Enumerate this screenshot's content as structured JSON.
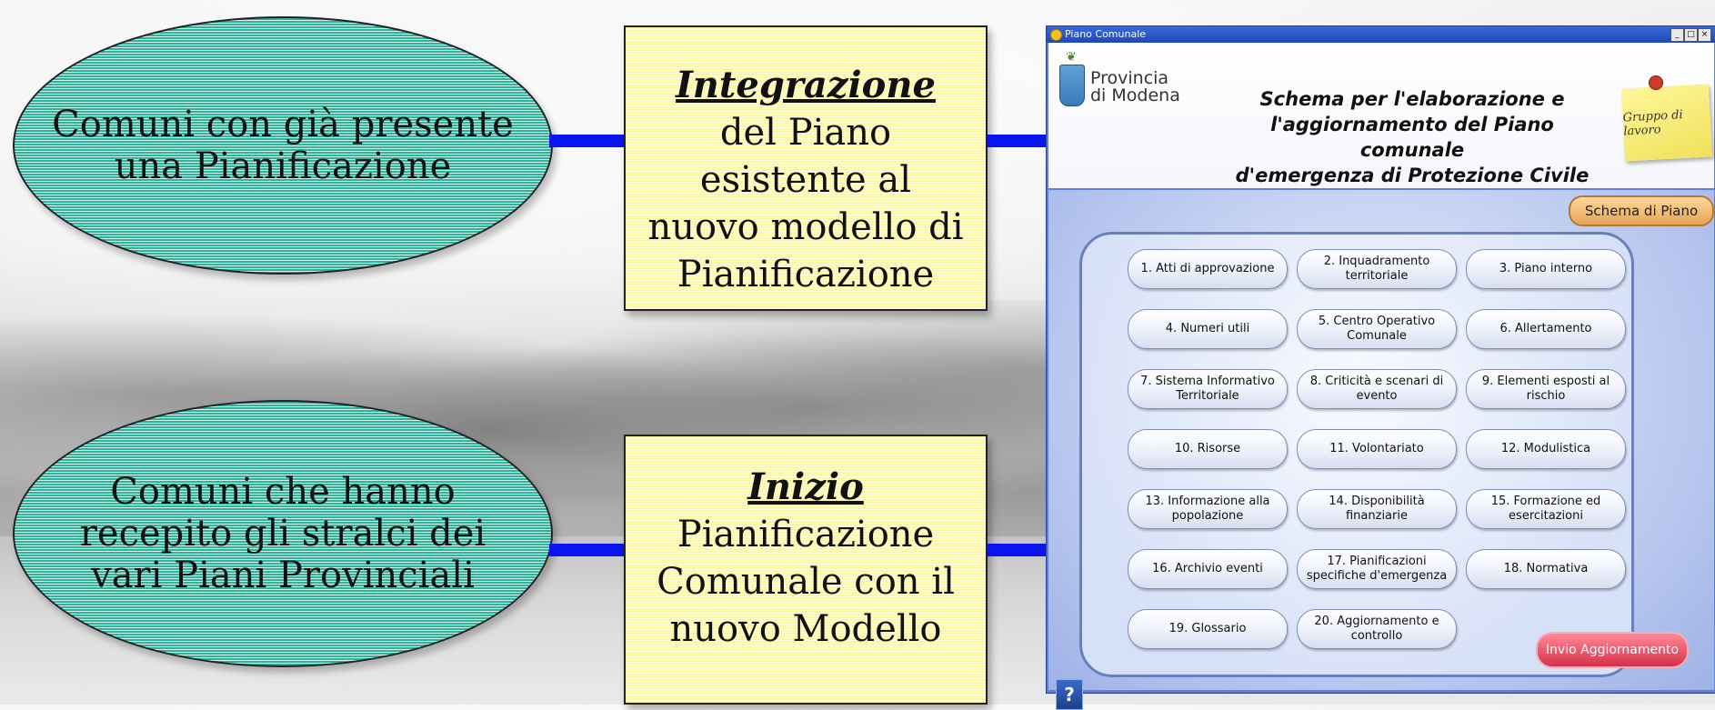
{
  "ellipses": [
    {
      "lines": [
        "Comuni con già presente",
        "una Pianificazione"
      ]
    },
    {
      "lines": [
        "Comuni che hanno",
        "recepito gli stralci dei",
        "vari Piani Provinciali"
      ]
    }
  ],
  "boxes": [
    {
      "heading": "Integrazione",
      "lines": [
        "del Piano",
        "esistente al",
        "nuovo modello di",
        "Pianificazione"
      ]
    },
    {
      "heading": "Inizio",
      "lines": [
        "Pianificazione",
        "Comunale con il",
        "nuovo Modello"
      ]
    }
  ],
  "window": {
    "title": "Piano Comunale",
    "controls": [
      "_",
      "□",
      "×"
    ],
    "logo_text_1": "Provincia",
    "logo_text_2": "di Modena",
    "header_title": [
      "Schema per l'elaborazione e",
      "l'aggiornamento del Piano comunale",
      "d'emergenza di Protezione Civile"
    ],
    "postit_text": "Gruppo di lavoro",
    "schema_button": "Schema di Piano",
    "buttons": [
      [
        "1. Atti di approvazione"
      ],
      [
        "2. Inquadramento",
        "territoriale"
      ],
      [
        "3. Piano interno"
      ],
      [
        "4. Numeri utili"
      ],
      [
        "5. Centro Operativo",
        "Comunale"
      ],
      [
        "6. Allertamento"
      ],
      [
        "7. Sistema Informativo",
        "Territoriale"
      ],
      [
        "8. Criticità e scenari di",
        "evento"
      ],
      [
        "9. Elementi esposti al",
        "rischio"
      ],
      [
        "10. Risorse"
      ],
      [
        "11. Volontariato"
      ],
      [
        "12. Modulistica"
      ],
      [
        "13. Informazione alla",
        "popolazione"
      ],
      [
        "14. Disponibilità",
        "finanziarie"
      ],
      [
        "15. Formazione ed",
        "esercitazioni"
      ],
      [
        "16. Archivio eventi"
      ],
      [
        "17. Pianificazioni",
        "specifiche d'emergenza"
      ],
      [
        "18. Normativa"
      ],
      [
        "19. Glossario"
      ],
      [
        "20. Aggiornamento e",
        "controllo"
      ]
    ],
    "send_button": "Invio Aggiornamento",
    "help_button": "?"
  }
}
